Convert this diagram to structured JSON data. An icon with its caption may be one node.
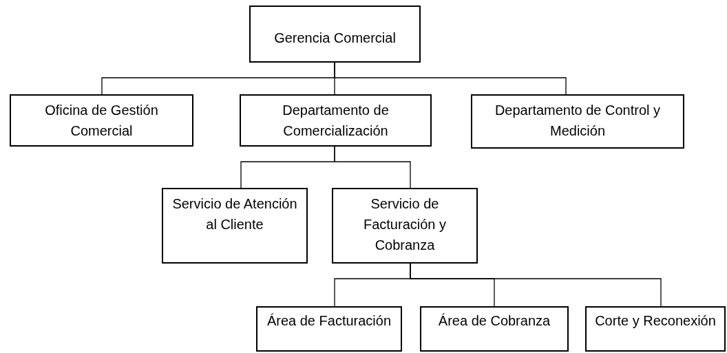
{
  "diagram": {
    "nodes": [
      {
        "text": [
          "Gerencia Comercial"
        ]
      },
      {
        "text": [
          "Oficina de Gestión Comercial"
        ]
      },
      {
        "text": [
          "Departamento de Comercialización"
        ]
      },
      {
        "text": [
          "Departamento de Control y Medición"
        ]
      },
      {
        "text": [
          "Servicio de Atención al Cliente"
        ]
      },
      {
        "text": [
          "Servicio de Facturación y Cobranza"
        ]
      },
      {
        "text": [
          "Área de Facturación"
        ]
      },
      {
        "text": [
          "Área de Cobranza"
        ]
      },
      {
        "text": [
          "Corte y Reconexión"
        ]
      }
    ],
    "edges": [
      {
        "from": 0,
        "to": 1,
        "arrow": "none"
      },
      {
        "from": 0,
        "to": 2,
        "arrow": "none"
      },
      {
        "from": 0,
        "to": 3,
        "arrow": "none"
      },
      {
        "from": 2,
        "to": 4,
        "arrow": "none"
      },
      {
        "from": 2,
        "to": 5,
        "arrow": "none"
      },
      {
        "from": 5,
        "to": 6,
        "arrow": "none"
      },
      {
        "from": 5,
        "to": 7,
        "arrow": "none"
      },
      {
        "from": 5,
        "to": 8,
        "arrow": "none"
      }
    ]
  }
}
